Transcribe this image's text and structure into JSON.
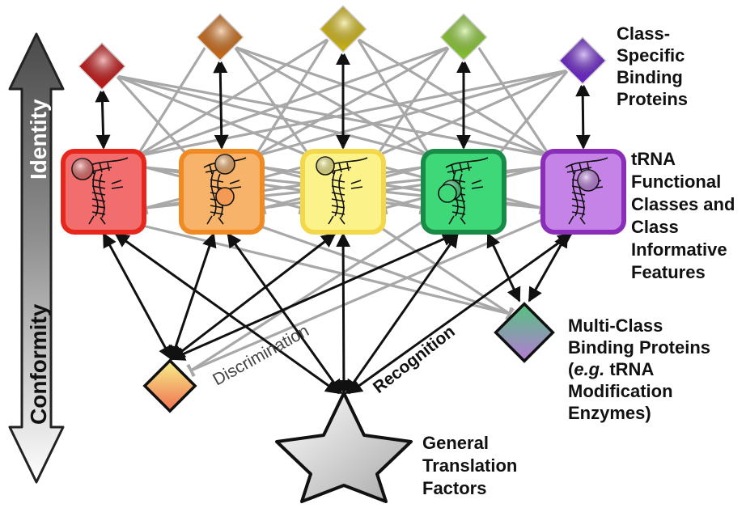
{
  "axis": {
    "identity_label": "Identity",
    "conformity_label": "Conformity"
  },
  "labels": {
    "class_specific": [
      "Class-",
      "Specific",
      "Binding",
      "Proteins"
    ],
    "trna_classes": [
      "tRNA",
      "Functional",
      "Classes and",
      "Class",
      "Informative",
      "Features"
    ],
    "multi_class": [
      "Multi-Class",
      "Binding Proteins",
      "(e.g. tRNA",
      "Modification",
      "Enzymes)"
    ],
    "multi_class_italic": "e.g.",
    "general": [
      "General",
      "Translation",
      "Factors"
    ],
    "discrimination": "Discrimination",
    "recognition": "Recognition"
  },
  "classes": [
    {
      "name": "red",
      "fill": "#f26d6d",
      "border": "#e8271c",
      "diamond": "#d91e1e"
    },
    {
      "name": "orange",
      "fill": "#f7b36a",
      "border": "#f08a22",
      "diamond": "#e37a1e"
    },
    {
      "name": "yellow",
      "fill": "#fbf38a",
      "border": "#f3d84a",
      "diamond": "#e8cc1a"
    },
    {
      "name": "green",
      "fill": "#3ed879",
      "border": "#1a8a47",
      "diamond": "#9adf3a"
    },
    {
      "name": "purple",
      "fill": "#c583e8",
      "border": "#8a2db8",
      "diamond": "#7b2ee0"
    }
  ],
  "colors": {
    "inhibit_line": "#a8a8a8",
    "arrow": "#111111"
  }
}
